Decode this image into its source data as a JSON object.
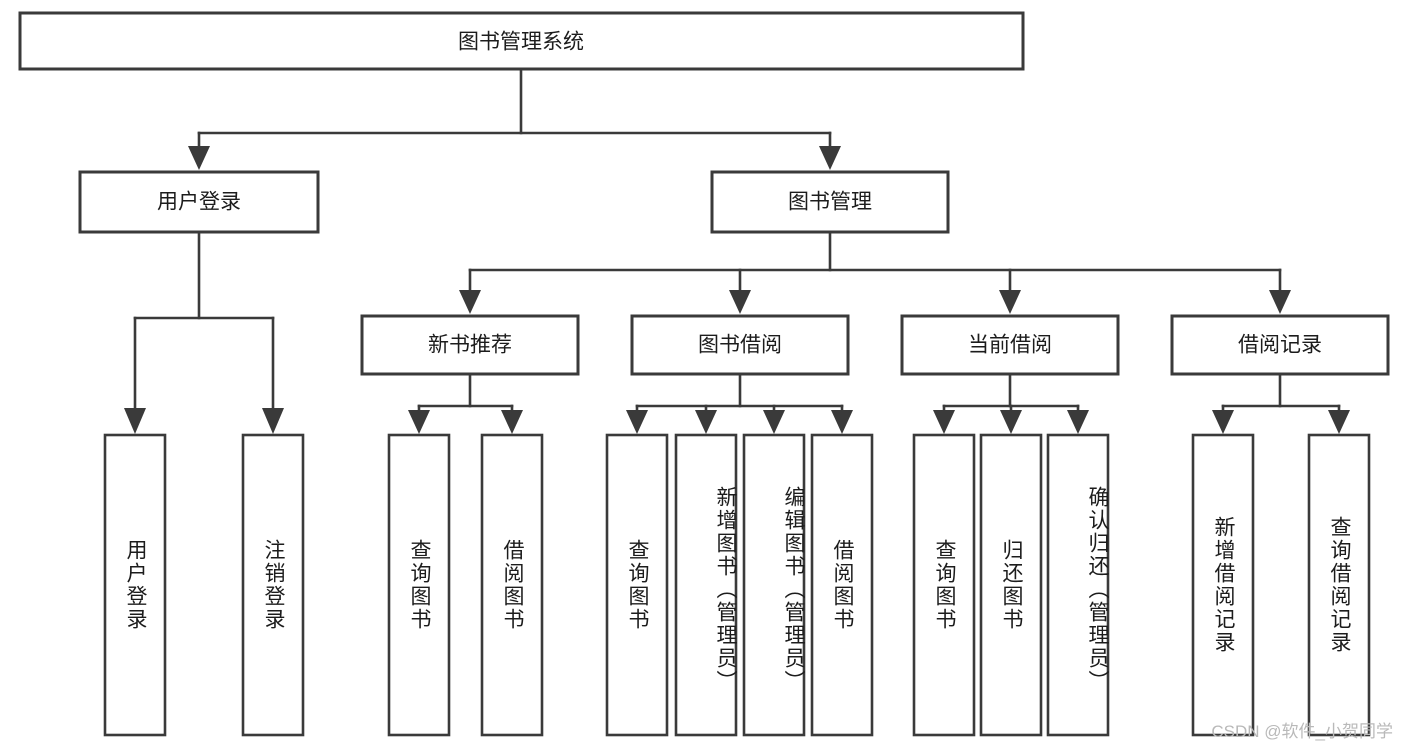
{
  "diagram": {
    "title": "图书管理系统",
    "watermark": "CSDN @软件_小贺同学",
    "colors": {
      "background": "#ffffff",
      "box_stroke": "#3a3a3a",
      "box_fill": "#ffffff",
      "text": "#1c1c1c",
      "watermark": "#b9b9b9"
    },
    "root": {
      "label": "图书管理系统"
    },
    "level2": [
      {
        "label": "用户登录"
      },
      {
        "label": "图书管理"
      }
    ],
    "level3": [
      {
        "label": "新书推荐"
      },
      {
        "label": "图书借阅"
      },
      {
        "label": "当前借阅"
      },
      {
        "label": "借阅记录"
      }
    ],
    "leaves": {
      "user_login": [
        {
          "label": "用户登录"
        },
        {
          "label": "注销登录"
        }
      ],
      "new_book_recommend": [
        {
          "label": "查询图书"
        },
        {
          "label": "借阅图书"
        }
      ],
      "book_borrow": [
        {
          "label": "查询图书"
        },
        {
          "label": "新增图书（管理员）"
        },
        {
          "label": "编辑图书（管理员）"
        },
        {
          "label": "借阅图书"
        }
      ],
      "current_borrow": [
        {
          "label": "查询图书"
        },
        {
          "label": "归还图书"
        },
        {
          "label": "确认归还（管理员）"
        }
      ],
      "borrow_record": [
        {
          "label": "新增借阅记录"
        },
        {
          "label": "查询借阅记录"
        }
      ]
    }
  }
}
